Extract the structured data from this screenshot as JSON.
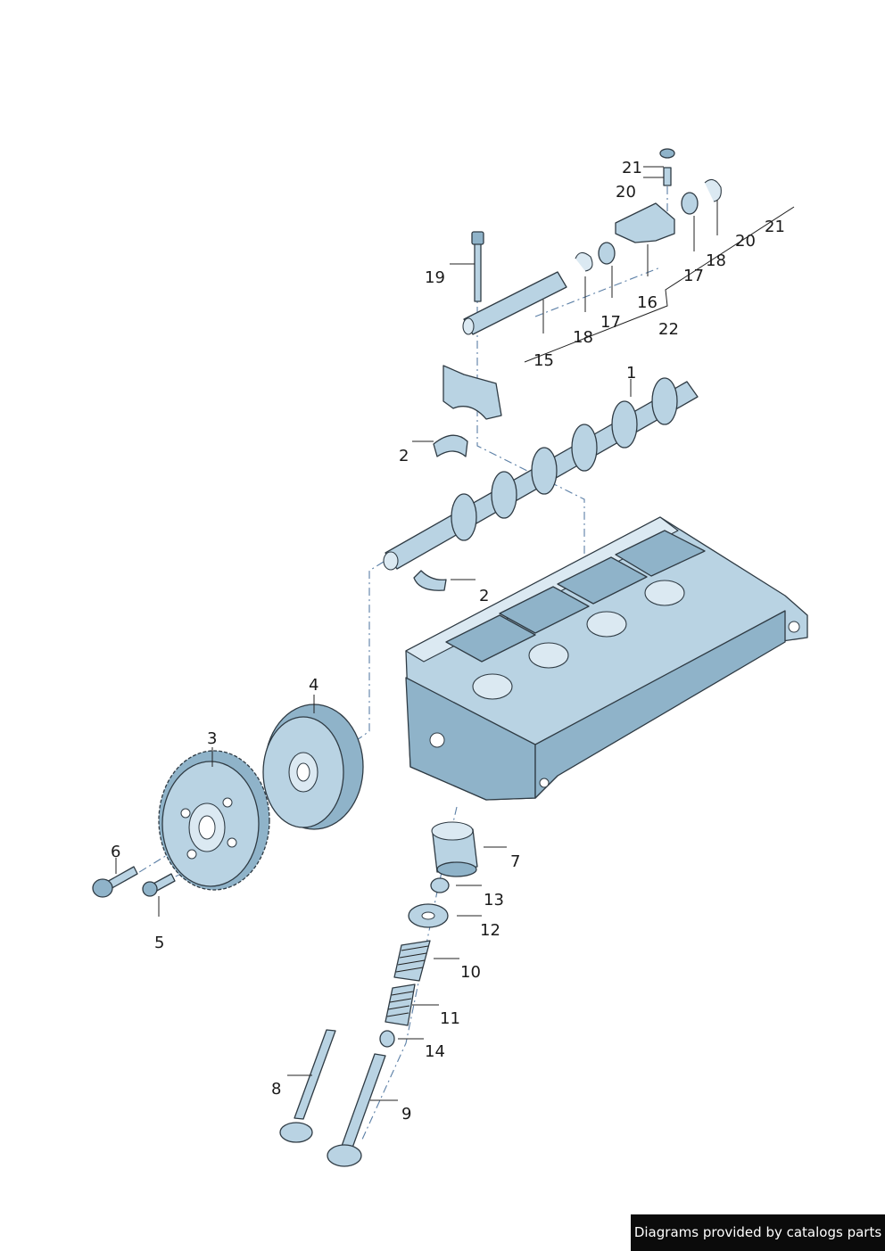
{
  "callouts": {
    "c1": "1",
    "c2a": "2",
    "c2b": "2",
    "c3": "3",
    "c4": "4",
    "c5": "5",
    "c6": "6",
    "c7": "7",
    "c8": "8",
    "c9": "9",
    "c10": "10",
    "c11": "11",
    "c12": "12",
    "c13": "13",
    "c14": "14",
    "c15": "15",
    "c16": "16",
    "c17a": "17",
    "c17b": "17",
    "c18a": "18",
    "c18b": "18",
    "c19": "19",
    "c20a": "20",
    "c20b": "20",
    "c21a": "21",
    "c21b": "21",
    "c22": "22"
  },
  "credit": "Diagrams provided by catalogs parts",
  "colors": {
    "part_fill": "#b9d3e3",
    "part_dark": "#8fb3c9",
    "outline": "#2f3b44",
    "axis_line": "#5b7fa6",
    "credit_bg": "#0b0b0b"
  }
}
